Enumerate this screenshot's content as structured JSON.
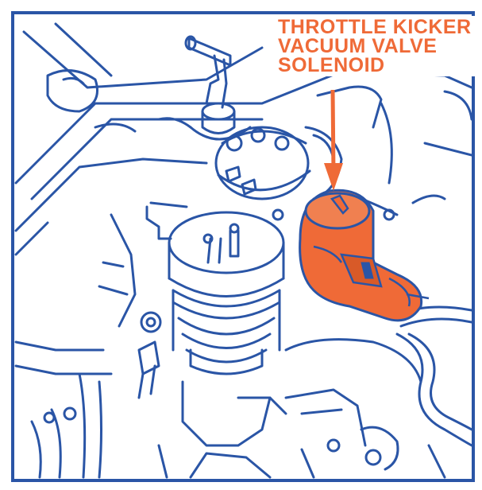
{
  "callout": {
    "line1": "THROTTLE KICKER",
    "line2": "VACUUM VALVE",
    "line3": "SOLENOID"
  },
  "colors": {
    "line_art": "#2a55a6",
    "highlight": "#ef6a37",
    "highlight_dark": "#c44818",
    "label": "#ef6a37",
    "background": "#ffffff"
  },
  "icons": {
    "pointer": "arrow-down-icon",
    "solenoid": "solenoid-icon"
  }
}
